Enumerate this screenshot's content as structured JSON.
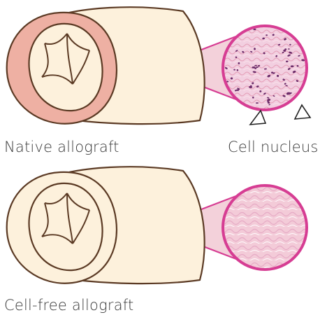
{
  "labels": {
    "native": "Native allograft",
    "nucleus": "Cell nucleus",
    "cell_free": "Cell-free allograft"
  },
  "colors": {
    "tissue_fill": "#fdf1dc",
    "outline": "#5b3a24",
    "native_ring": "#eeb0a3",
    "zoom_circle_border": "#d63d93",
    "zoom_cone": "#f1c9d4",
    "native_histology_bg": "#f2cfe0",
    "cell_nucleus": "#6a2a68",
    "cellfree_histology_bg": "#f3cbd8",
    "arrowhead_outline": "#222222"
  },
  "panels": [
    {
      "name": "native-allograft",
      "cells": true
    },
    {
      "name": "cell-free-allograft",
      "cells": false
    }
  ]
}
